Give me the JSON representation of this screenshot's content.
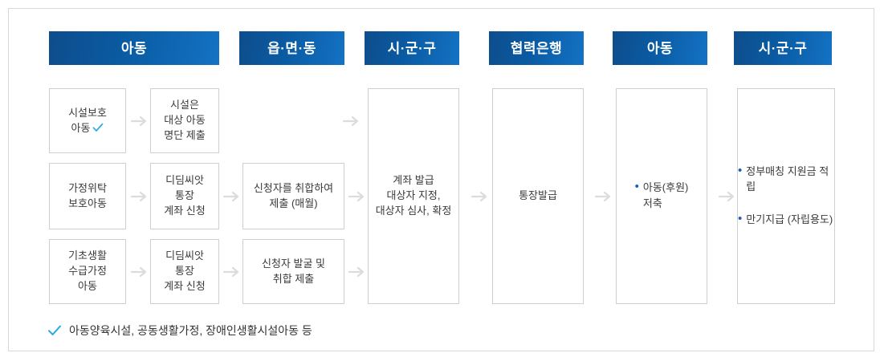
{
  "theme": {
    "header_gradient_start": "#0e4d8c",
    "header_gradient_end": "#1472c4",
    "box_border": "#cfcfcf",
    "frame_border": "#d8d8d8",
    "text": "#3a3a3a",
    "bullet_blue": "#1a5fb4",
    "check_cyan": "#29abe2",
    "arrow_gray": "#d9d9d9"
  },
  "columns": [
    {
      "id": "col-child-1",
      "label": "아동"
    },
    {
      "id": "col-eup",
      "label": "읍·면·동"
    },
    {
      "id": "col-si-1",
      "label": "시·군·구"
    },
    {
      "id": "col-bank",
      "label": "협력은행"
    },
    {
      "id": "col-child-2",
      "label": "아동"
    },
    {
      "id": "col-si-2",
      "label": "시·군·구"
    }
  ],
  "boxes": {
    "child_type_1": "시설보호\n아동",
    "child_type_2": "가정위탁\n보호아동",
    "child_type_3": "기초생활\n수급가정\n아동",
    "action_1": "시설은\n대상 아동\n명단 제출",
    "action_2": "디딤씨앗\n통장\n계좌 신청",
    "action_3": "디딤씨앗\n통장\n계좌 신청",
    "eup_1": "신청자를 취합하여\n제출 (매월)",
    "eup_2": "신청자 발굴 및\n취합 제출",
    "si_main": "계좌 발급\n대상자 지정,\n대상자 심사, 확정",
    "bank_main": "통장발급"
  },
  "bullet_boxes": {
    "child_savings": [
      "아동(후원)\n저축"
    ],
    "si_final": [
      "정부매칭 지원금 적립",
      "만기지급 (자립용도)"
    ]
  },
  "footnote": {
    "icon": "check-icon",
    "text": "아동양육시설, 공동생활가정, 장애인생활시설아동 등"
  },
  "arrows": {
    "icon": "arrow-right-icon",
    "count": 10
  }
}
